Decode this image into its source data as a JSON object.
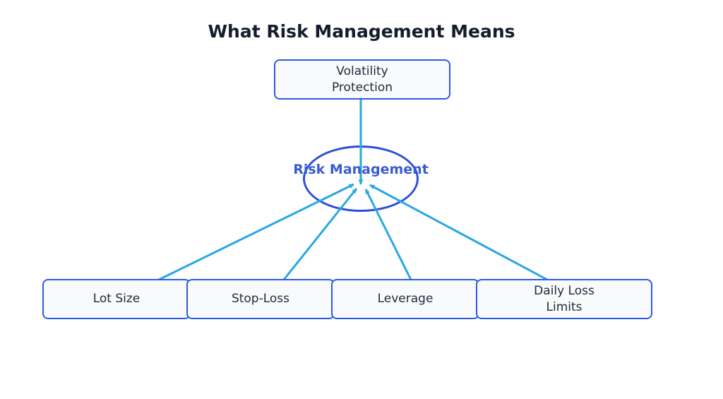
{
  "title": "What Risk Management Means",
  "diagram": {
    "center_node": {
      "label": "Risk Management"
    },
    "top_node": {
      "label": "Volatility Protection"
    },
    "bottom_nodes": [
      {
        "label": "Lot Size"
      },
      {
        "label": "Stop-Loss"
      },
      {
        "label": "Leverage"
      },
      {
        "label": "Daily Loss Limits"
      }
    ],
    "edges": [
      {
        "from": "Volatility Protection",
        "to": "Risk Management"
      },
      {
        "from": "Lot Size",
        "to": "Risk Management"
      },
      {
        "from": "Stop-Loss",
        "to": "Risk Management"
      },
      {
        "from": "Leverage",
        "to": "Risk Management"
      },
      {
        "from": "Daily Loss Limits",
        "to": "Risk Management"
      }
    ],
    "colors": {
      "node_border": "#2b5ce0",
      "node_fill": "#f9fafc",
      "ellipse_border": "#2b4fd8",
      "center_text": "#3a5bd0",
      "edge": "#29a8e2",
      "title_text": "#151c2e"
    }
  }
}
